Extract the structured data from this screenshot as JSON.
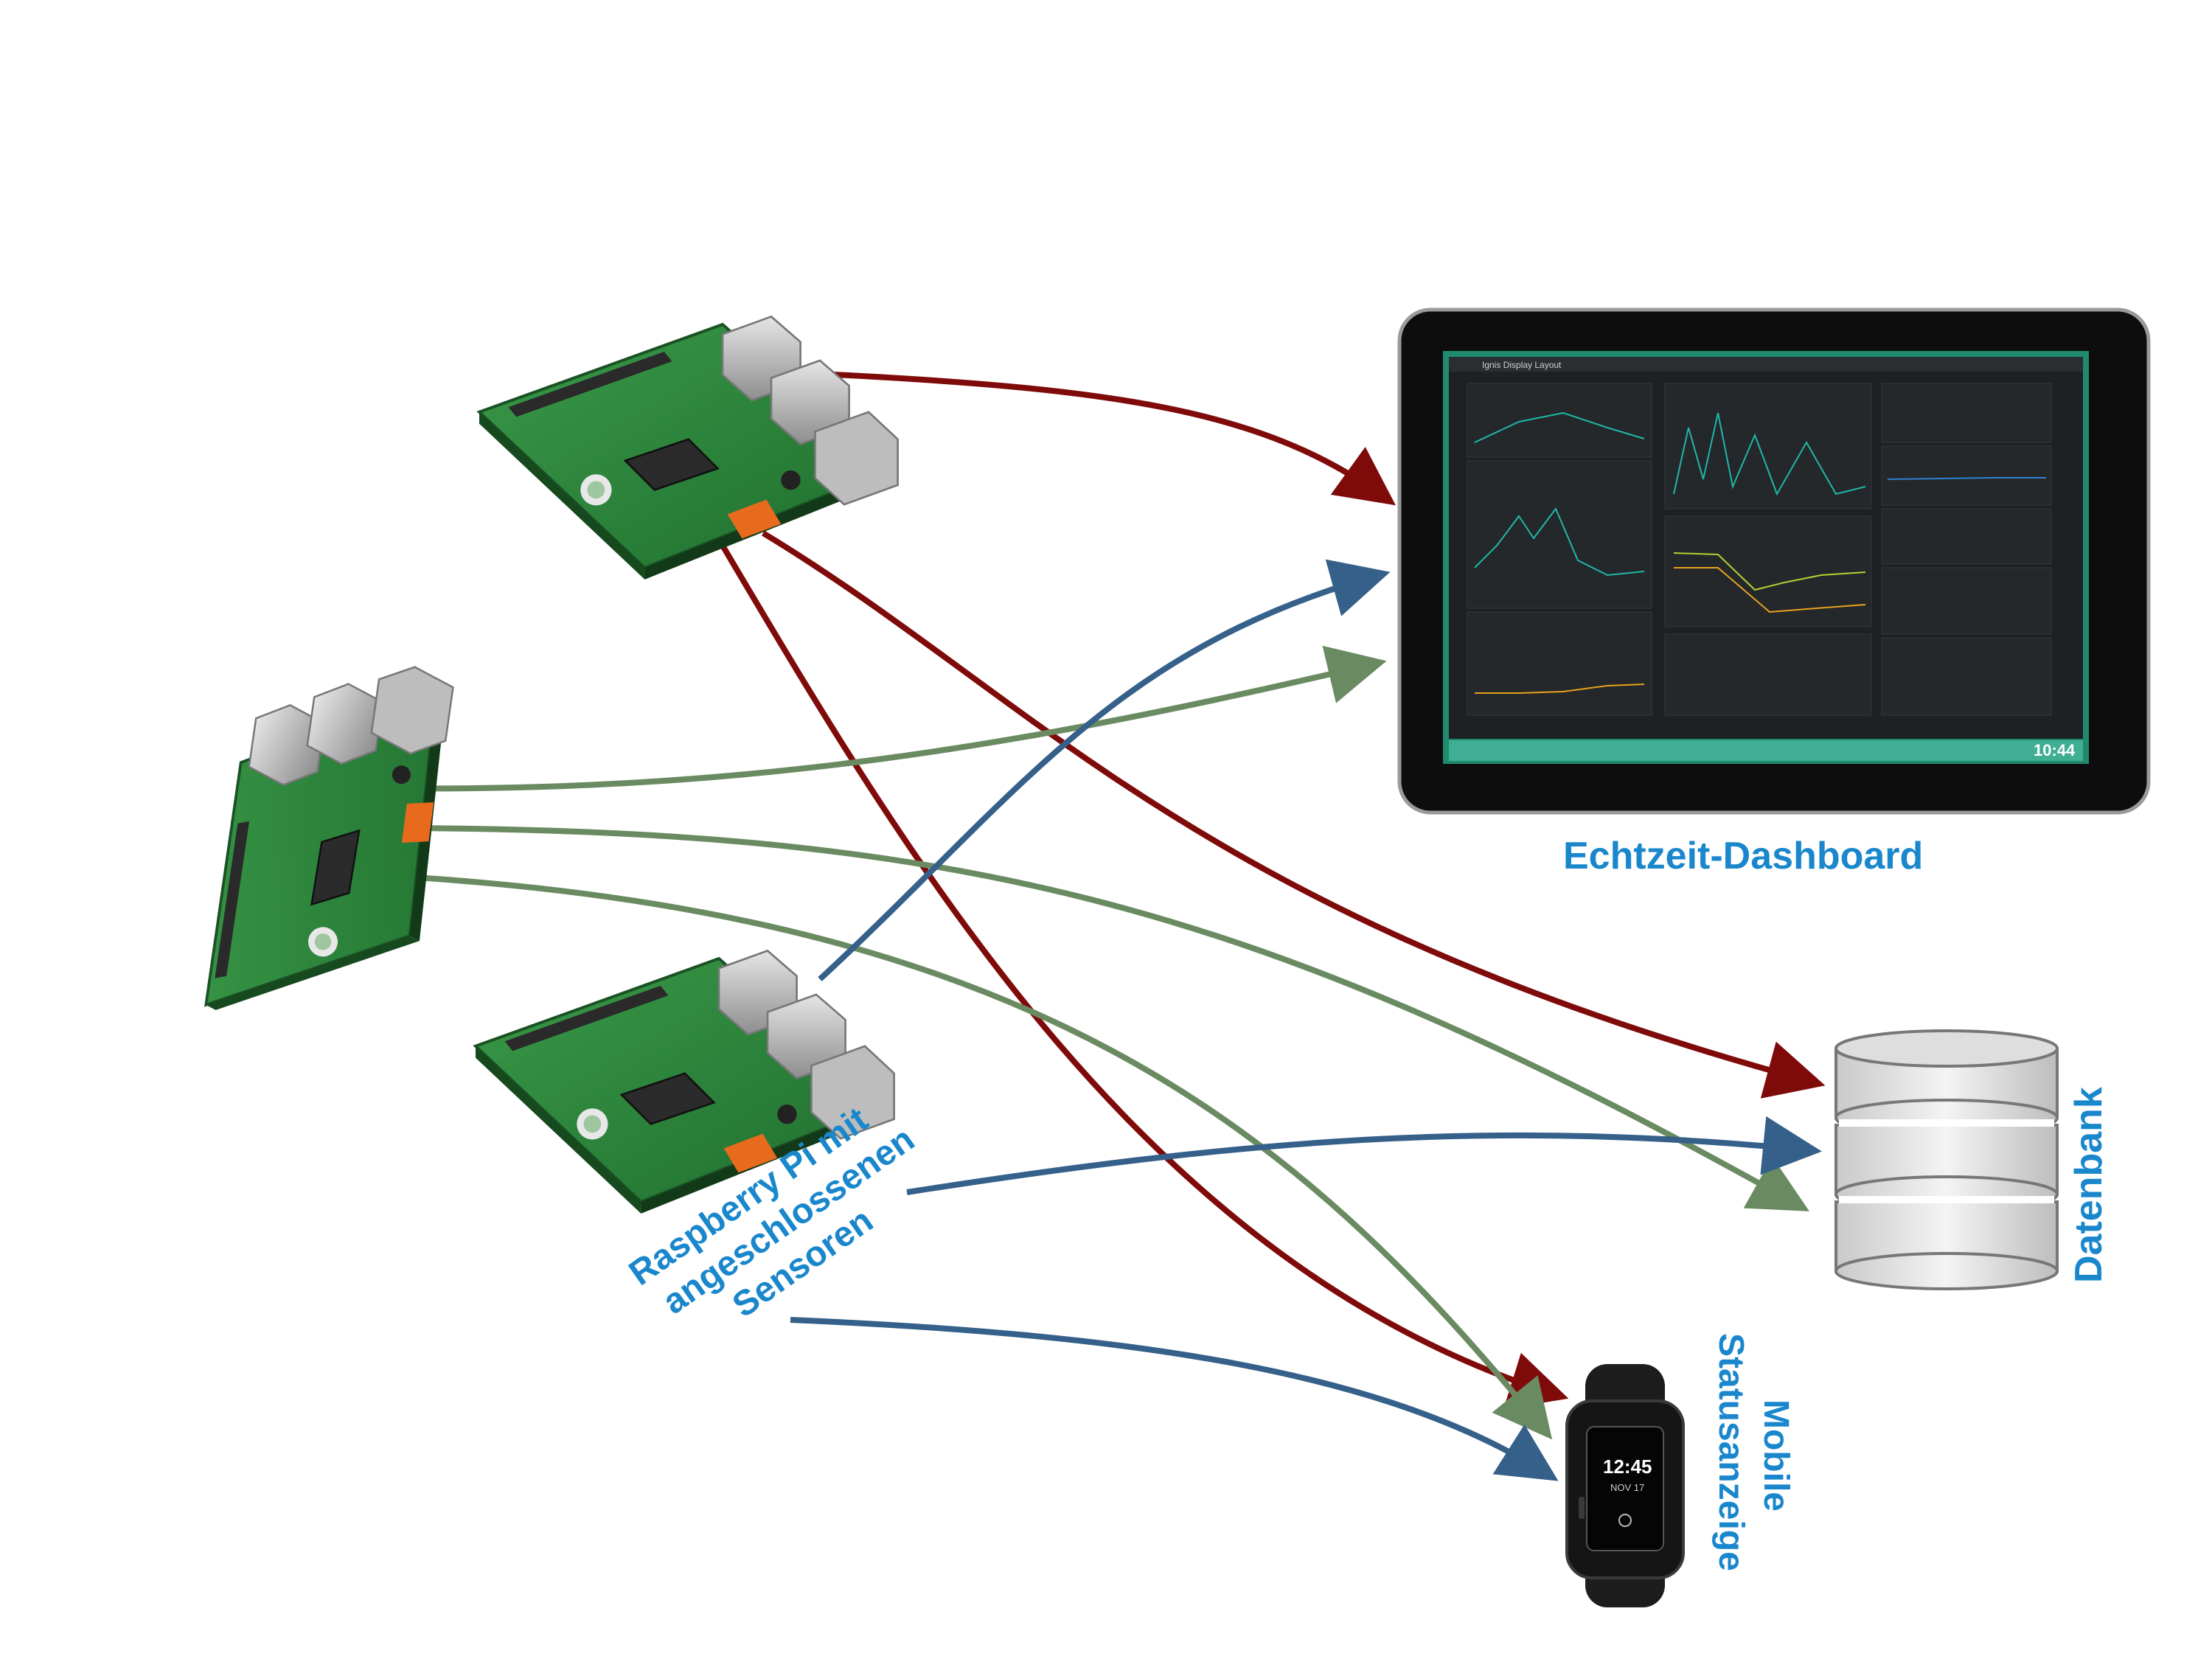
{
  "labels": {
    "dashboard": "Echtzeit-Dashboard",
    "database": "Datenbank",
    "mobile_line1": "Mobile",
    "mobile_line2": "Statusanzeige",
    "pi_line1": "Raspberry Pi mit",
    "pi_line2": "angeschlossenen",
    "pi_line3": "Sensoren"
  },
  "screen": {
    "layout_title": "Ignis Display Layout",
    "clock": "10:44",
    "watch_time": "12:45",
    "watch_date": "NOV 17"
  },
  "colors": {
    "red_flow": "#7f0a0a",
    "green_flow": "#6a8b62",
    "blue_flow": "#35608a",
    "label_blue": "#1a87cc",
    "screen_frame": "#1f8a6e",
    "pcb_green": "#2e8b3e"
  },
  "icons": [
    "raspberry-pi-board-icon",
    "tablet-icon",
    "database-icon",
    "smartwatch-icon"
  ]
}
